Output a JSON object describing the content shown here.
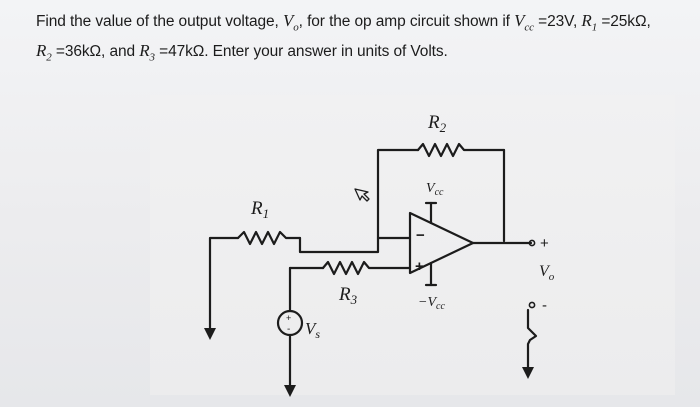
{
  "question": {
    "intro": "Find the value of the output voltage, ",
    "vo": "V",
    "vo_sub": "o",
    "mid": ", for the op amp circuit shown if ",
    "vcc": "V",
    "vcc_sub": "cc",
    "vcc_val": " =23V, ",
    "r1": "R",
    "r1_sub": "1",
    "r1_val": " =25kΩ,",
    "r2": "R",
    "r2_sub": "2",
    "r2_val": " =36kΩ, and ",
    "r3": "R",
    "r3_sub": "3",
    "r3_val": " =47kΩ. Enter your answer in units of Volts."
  },
  "circuit": {
    "r1_label": "R",
    "r1_sub": "1",
    "r2_label": "R",
    "r2_sub": "2",
    "r3_label": "R",
    "r3_sub": "3",
    "vcc_label": "V",
    "vcc_sub": "cc",
    "neg_vcc_label": "−V",
    "neg_vcc_sub": "cc",
    "vs_label": "V",
    "vs_sub": "s",
    "vo_label": "V",
    "vo_sub": "o",
    "minus_sign": "−",
    "plus_sign": "+",
    "out_plus": "+",
    "out_minus": "-",
    "src_plus": "+",
    "src_minus": "-"
  }
}
